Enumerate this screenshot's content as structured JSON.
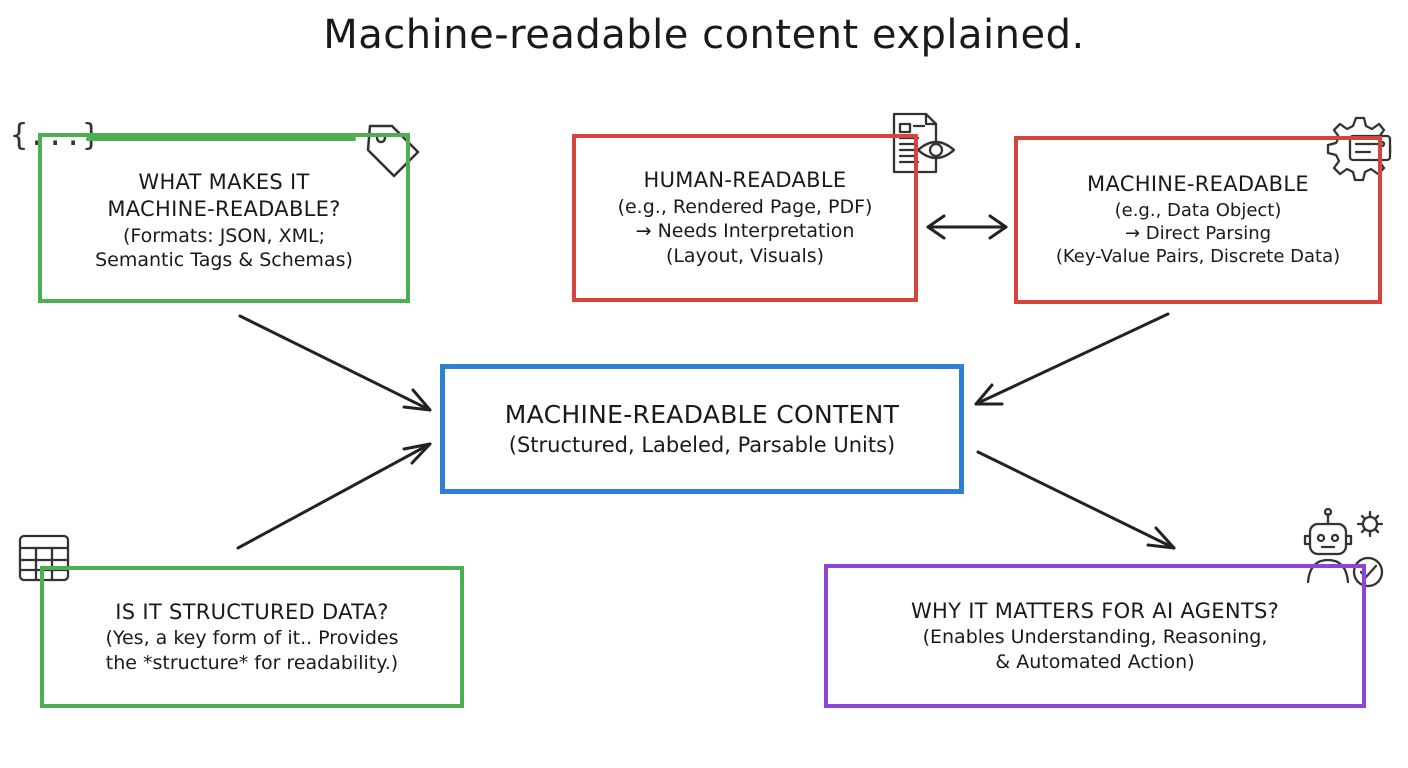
{
  "title": "Machine-readable content explained.",
  "boxes": {
    "what_makes": {
      "heading": [
        "WHAT MAKES IT",
        "MACHINE-READABLE?"
      ],
      "lines": [
        "(Formats: JSON, XML;",
        "Semantic Tags & Schemas)"
      ],
      "color": "#4caf50"
    },
    "human_readable": {
      "heading": "HUMAN-READABLE",
      "lines": [
        "(e.g., Rendered Page, PDF)",
        "→ Needs Interpretation",
        "(Layout, Visuals)"
      ],
      "color": "#d9433e"
    },
    "machine_readable": {
      "heading": "MACHINE-READABLE",
      "lines": [
        "(e.g., Data Object)",
        "→ Direct Parsing",
        "(Key-Value Pairs, Discrete Data)"
      ],
      "color": "#d9433e"
    },
    "center": {
      "heading": "MACHINE-READABLE CONTENT",
      "lines": [
        "(Structured, Labeled, Parsable Units)"
      ],
      "color": "#2e7fd6"
    },
    "structured": {
      "heading": "IS IT STRUCTURED DATA?",
      "lines": [
        "(Yes, a key form of it.. Provides",
        "the *structure* for readability.)"
      ],
      "color": "#4caf50"
    },
    "why_matters": {
      "heading": "WHY IT MATTERS FOR AI AGENTS?",
      "lines": [
        "(Enables Understanding, Reasoning,",
        "& Automated Action)"
      ],
      "color": "#8e44d9"
    }
  },
  "icons": {
    "braces": "{...}",
    "names": [
      "braces-icon",
      "tag-icon",
      "document-eye-icon",
      "gear-code-icon",
      "table-icon",
      "robot-gear-check-icon"
    ]
  }
}
